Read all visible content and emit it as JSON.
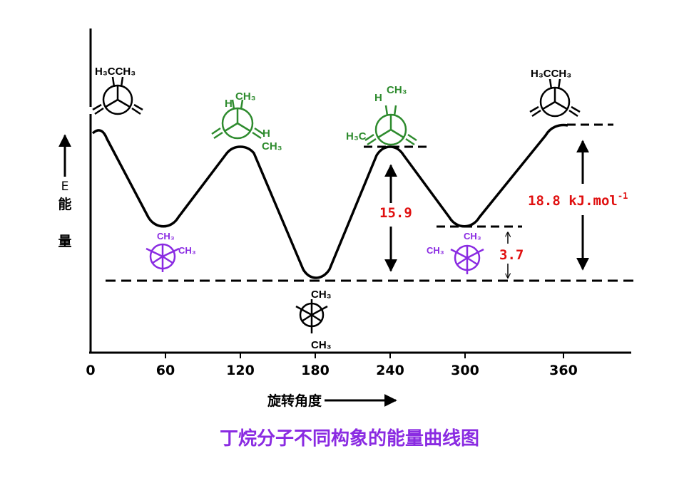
{
  "title": "丁烷分子不同构象的能量曲线图",
  "x_axis": {
    "label": "旋转角度",
    "ticks": [
      "0",
      "60",
      "120",
      "180",
      "240",
      "300",
      "360"
    ]
  },
  "y_axis": {
    "letter": "E",
    "label_1": "能",
    "label_2": "量"
  },
  "energy_labels": {
    "gauche_eclipsed": "15.9",
    "gauche": "3.7",
    "full_eclipsed": "18.8 kJ.mol",
    "full_eclipsed_sup": "-1"
  },
  "molecule_labels": {
    "ecl0_top": "H₃CCH₃",
    "ecl120_h": "H",
    "ecl120_ch3_top": "CH₃",
    "ecl120_h2": "H",
    "ecl120_ch3_right": "CH₃",
    "ecl240_h": "H",
    "ecl240_ch3_top": "CH₃",
    "ecl240_h3c": "H₃C",
    "ecl360_top": "H₃CCH₃",
    "gauche60_top": "CH₃",
    "gauche60_right": "CH₃",
    "anti180_top": "CH₃",
    "anti180_bottom": "CH₃",
    "gauche300_top": "CH₃",
    "gauche300_left": "CH₃"
  },
  "colors": {
    "black": "#000000",
    "green": "#2e8b2e",
    "purple": "#8a2be2",
    "red": "#e01010"
  }
}
